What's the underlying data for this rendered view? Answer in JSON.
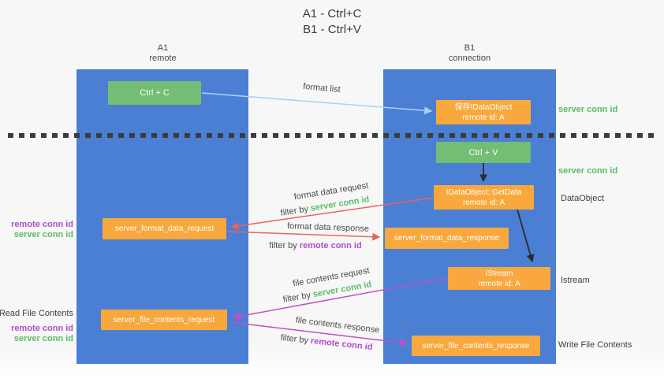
{
  "title": {
    "line1": "A1 - Ctrl+C",
    "line2": "B1 - Ctrl+V"
  },
  "columns": {
    "left": {
      "name": "A1",
      "role": "remote"
    },
    "right": {
      "name": "B1",
      "role": "connection"
    }
  },
  "boxes": {
    "ctrl_c": "Ctrl + C",
    "ctrl_v": "Ctrl + V",
    "save_dataobject": {
      "line1": "保存IDataObject",
      "line2": "remote id: A"
    },
    "getdata": {
      "line1": "IDataObject::GetData",
      "line2": "remote id: A"
    },
    "istream": {
      "line1": "IStream",
      "line2": "remote id: A"
    },
    "format_request": "server_format_data_request",
    "format_response": "server_format_data_response",
    "file_request": "server_file_contents_request",
    "file_response": "server_file_contents_response"
  },
  "arrow_labels": {
    "format_list": "format list",
    "format_data_request": "format data request",
    "format_data_response": "format data response",
    "file_contents_request": "file contents request",
    "file_contents_response": "file contents response",
    "filter_by": "filter by ",
    "server_conn_id": "server conn id",
    "remote_conn_id": "remote conn id"
  },
  "side_labels": {
    "server_conn_id": "server conn id",
    "remote_conn_id": "remote conn id",
    "dataobject": "DataObject",
    "istream": "Istream",
    "read_file_contents": "Read File Contents",
    "write_file_contents": "Write File Contents"
  },
  "colors": {
    "column_blue": "#4a7fd4",
    "box_green": "#74bd74",
    "box_orange": "#f8a83c",
    "arrow_red": "#e8645e",
    "arrow_magenta": "#c24fc4",
    "arrow_lightblue": "#a6d4f2",
    "arrow_black": "#2b2b2b",
    "text_green": "#5cbb66",
    "text_purple": "#ad4fc9"
  }
}
